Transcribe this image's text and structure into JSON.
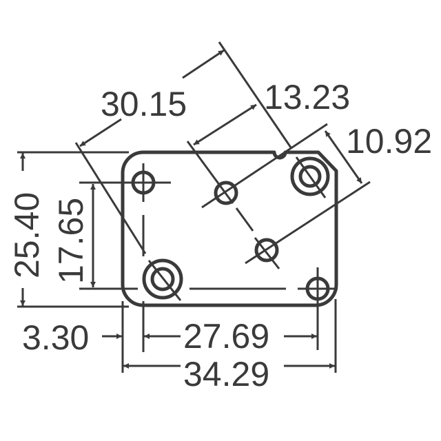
{
  "diagram": {
    "type": "mechanical dimension drawing",
    "units": "mm",
    "line_color": "#3a3a3a",
    "background": "#ffffff"
  },
  "dimensions": {
    "overall_length": "34.29",
    "hole_spacing_horizontal": "27.69",
    "edge_offset": "3.30",
    "overall_height": "25.40",
    "hole_spacing_vertical": "17.65",
    "diagonal_overall": "30.15",
    "diagonal_pin_spacing": "13.23",
    "diagonal_pin_offset": "10.92"
  },
  "features": {
    "mounting_holes": [
      "top-left",
      "bottom-right"
    ],
    "terminals_double_ring": [
      "top-right",
      "bottom-left"
    ],
    "pins_center": [
      "center-upper",
      "center-lower"
    ],
    "notch": "top-edge",
    "chamfer": "top-right-corner"
  }
}
